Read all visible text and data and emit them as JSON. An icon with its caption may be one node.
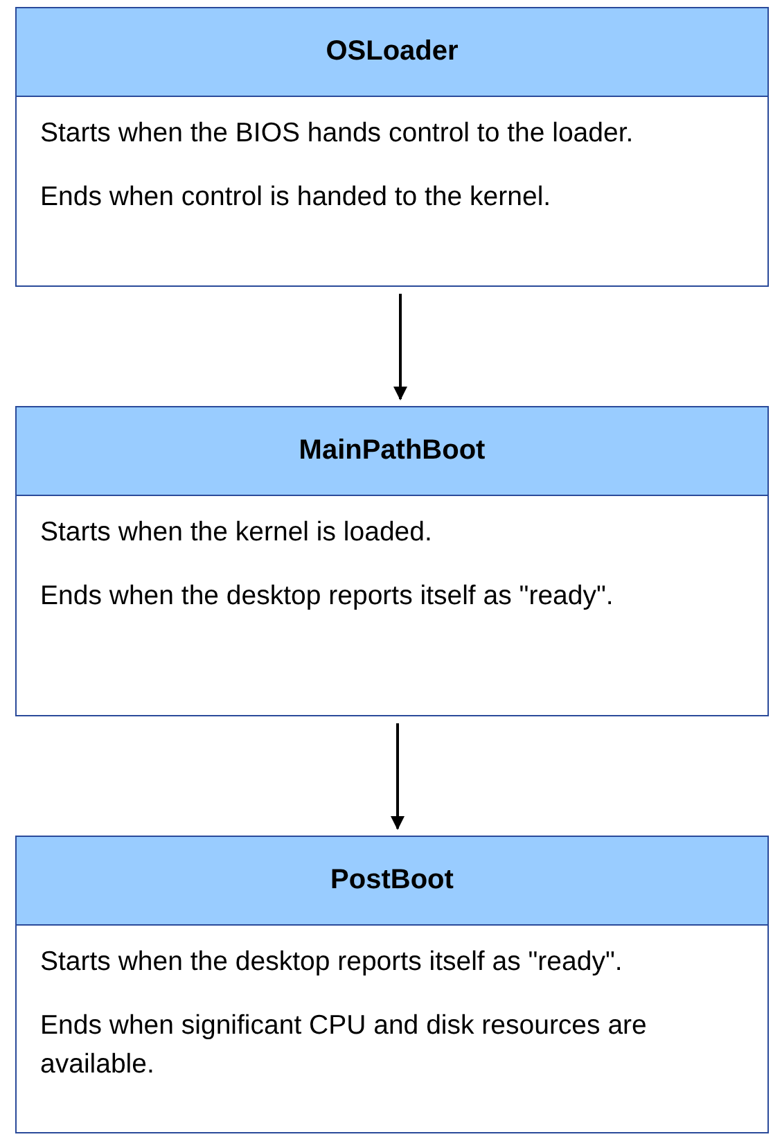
{
  "diagram": {
    "nodes": [
      {
        "text": [
          "OSLoader",
          "Starts when the BIOS hands control to the loader.",
          "Ends when control is handed to the kernel."
        ]
      },
      {
        "text": [
          "MainPathBoot",
          "Starts when the kernel is loaded.",
          "Ends when the desktop reports itself as \"ready\"."
        ]
      },
      {
        "text": [
          "PostBoot",
          "Starts when the desktop reports itself as \"ready\".",
          "Ends when significant CPU and disk resources are available."
        ]
      }
    ],
    "edges": [
      {
        "from": 0,
        "to": 1,
        "arrow": "to"
      },
      {
        "from": 1,
        "to": 2,
        "arrow": "to"
      }
    ]
  }
}
